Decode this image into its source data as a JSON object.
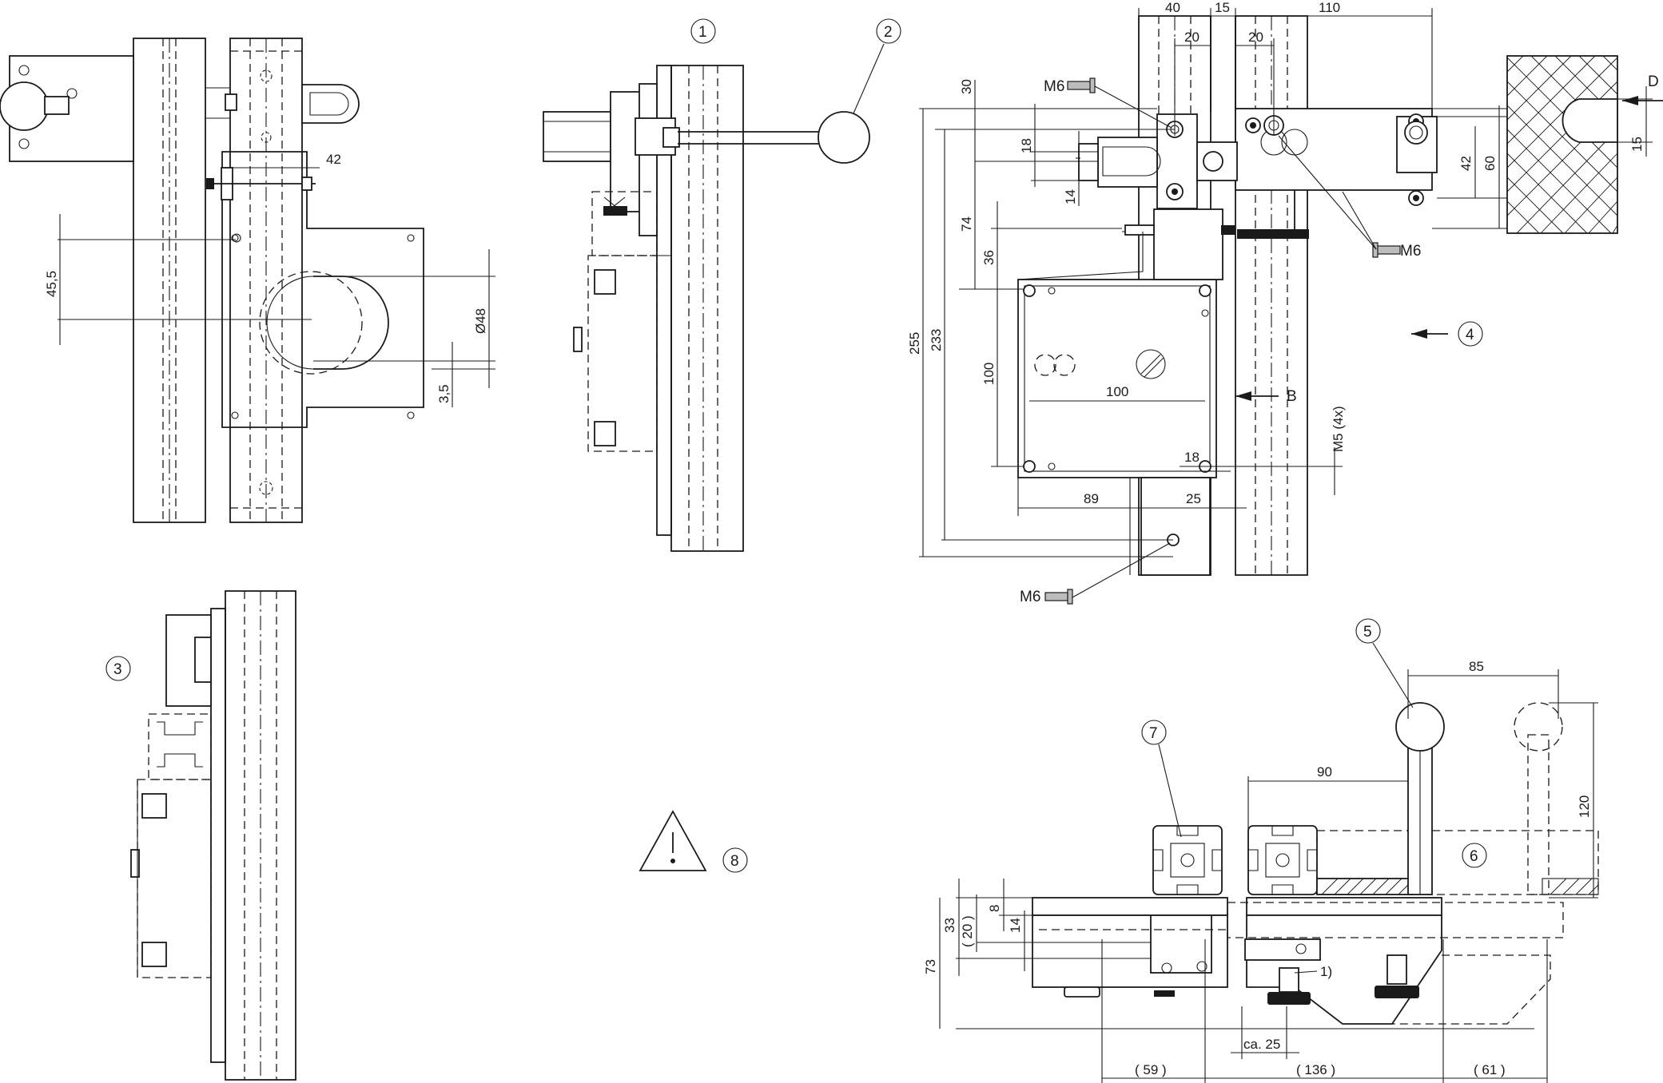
{
  "callouts": [
    "1",
    "2",
    "3",
    "4",
    "5",
    "6",
    "7",
    "8"
  ],
  "view_labels": {
    "view_b": "B",
    "view_d": "D"
  },
  "footnote": "1)",
  "screw_labels": {
    "top": "M6",
    "right": "M6",
    "bottom": "M6"
  },
  "thread_label": "M5 (4x)",
  "dimensions": {
    "left_42": "42",
    "left_45_5": "45,5",
    "left_d48": "Ø48",
    "left_3_5": "3,5",
    "top_40": "40",
    "top_15": "15",
    "top_110": "110",
    "top_20a": "20",
    "top_20b": "20",
    "v_30": "30",
    "v_18": "18",
    "v_14": "14",
    "v_74": "74",
    "v_36": "36",
    "v_255": "255",
    "v_233": "233",
    "v_100": "100",
    "h_100": "100",
    "h_18": "18",
    "h_89": "89",
    "h_25": "25",
    "r_42": "42",
    "r_60": "60",
    "r_15": "15",
    "b_85": "85",
    "b_90": "90",
    "b_120": "120",
    "b_8": "8",
    "b_33": "33",
    "b_20": "( 20 )",
    "b_14": "14",
    "b_73": "73",
    "b_ca25": "ca. 25",
    "b_59": "( 59 )",
    "b_136": "( 136 )",
    "b_61": "( 61 )"
  },
  "icons": [
    "warning-triangle-icon",
    "screw-icon",
    "arrow-icon"
  ]
}
